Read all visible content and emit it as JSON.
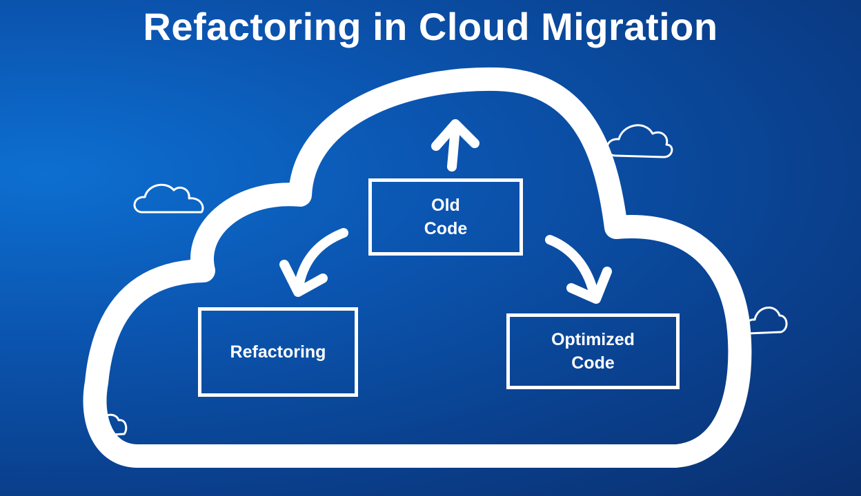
{
  "title": "Refactoring in Cloud Migration",
  "nodes": {
    "old_code": "Old\nCode",
    "refactoring": "Refactoring",
    "optimized_code": "Optimized\nCode"
  },
  "colors": {
    "background_light": "#0d6fd1",
    "background_dark": "#0a2f6e",
    "foreground": "#ffffff"
  },
  "icons": [
    "cloud-icon",
    "arrow-up-icon",
    "arrow-curved-left-icon",
    "arrow-curved-right-icon"
  ]
}
